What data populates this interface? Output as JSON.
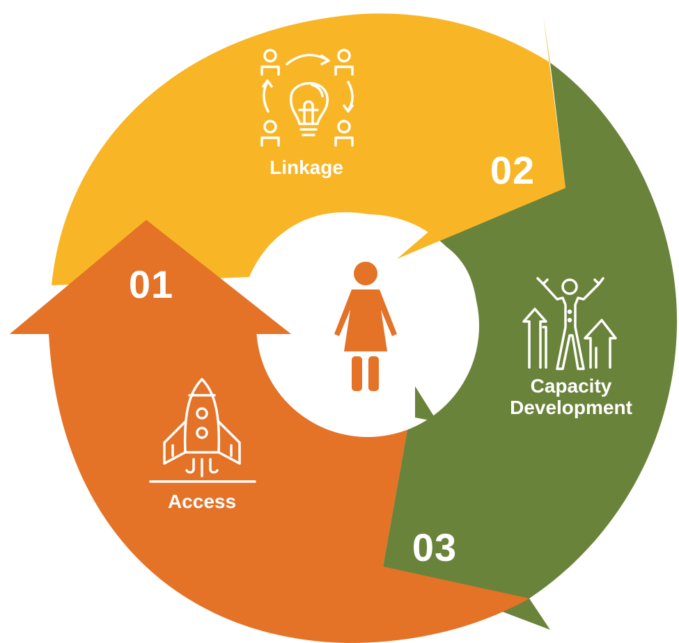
{
  "colors": {
    "orange": "#E47227",
    "yellow": "#F8B626",
    "green": "#6A833B",
    "white": "#FFFFFF"
  },
  "steps": [
    {
      "number": "01",
      "label": "Access",
      "color": "orange",
      "icon": "rocket-icon"
    },
    {
      "number": "02",
      "label": "Linkage",
      "color": "yellow",
      "icon": "lightbulb-network-icon"
    },
    {
      "number": "03",
      "label": "Capacity Development",
      "color": "green",
      "icon": "person-growth-icon"
    }
  ],
  "center": {
    "icon": "woman-icon"
  },
  "capacity_label_lines": [
    "Capacity",
    "Development"
  ]
}
